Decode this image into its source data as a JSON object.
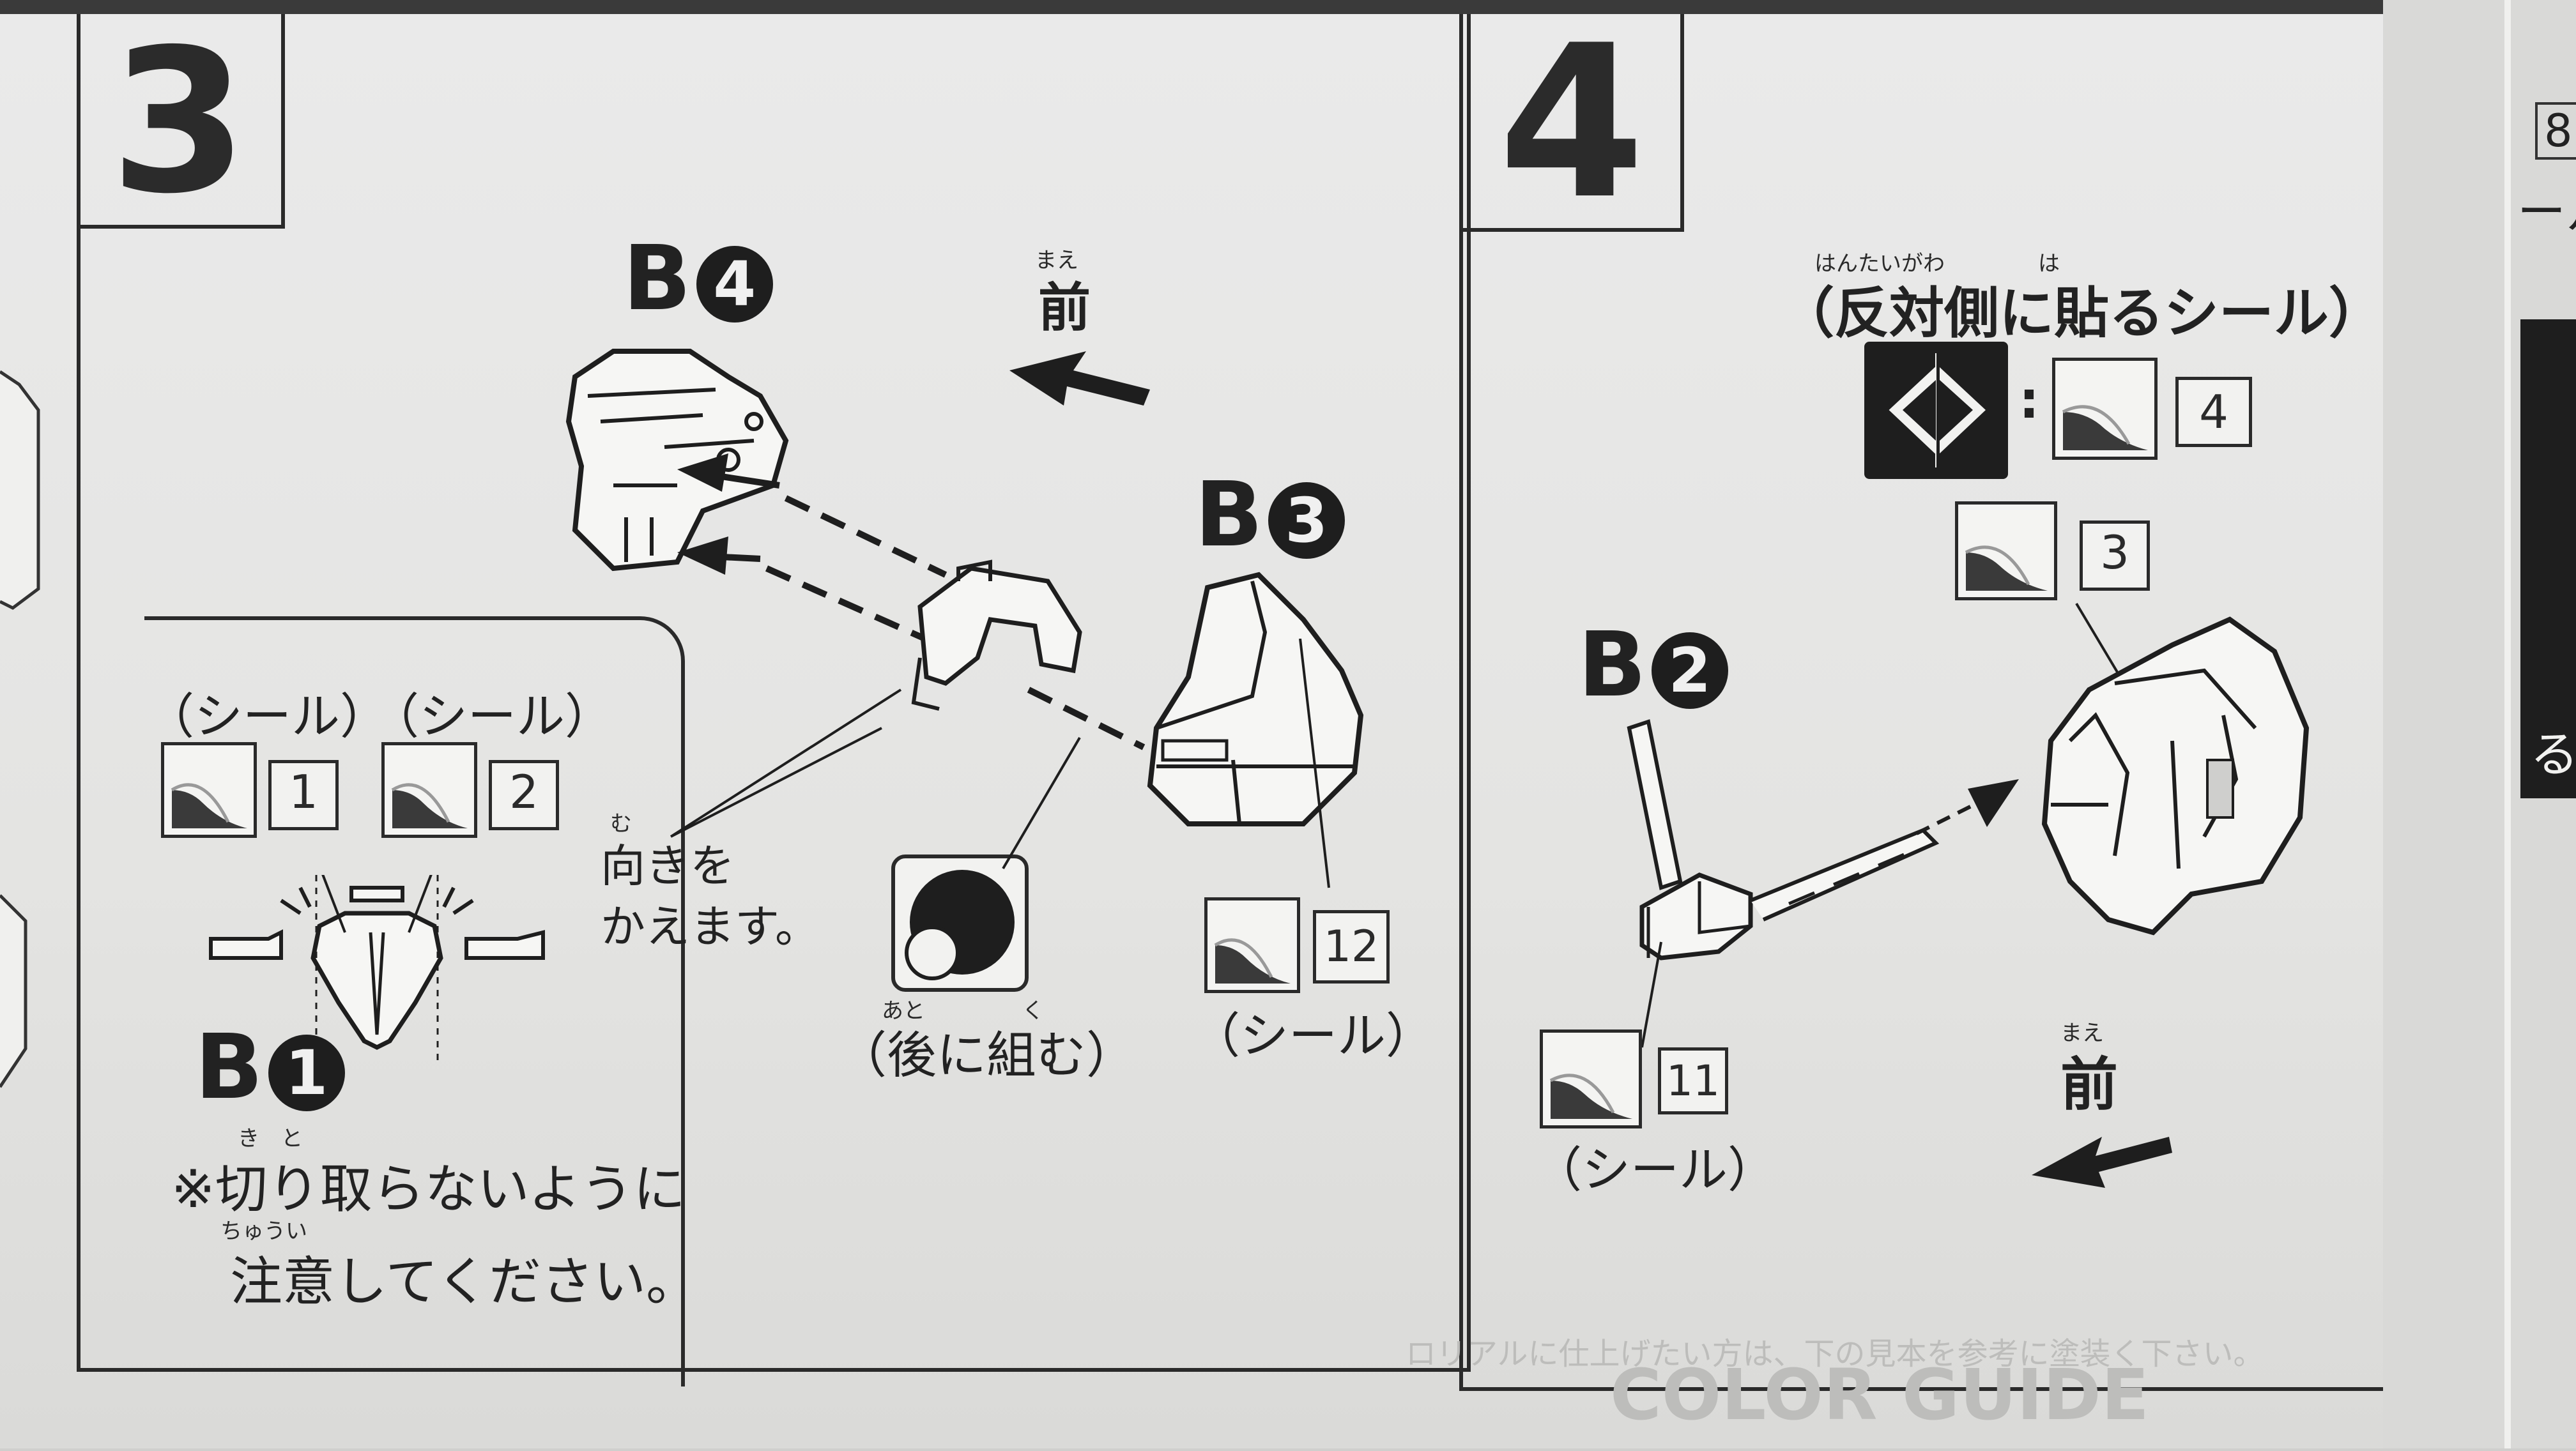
{
  "colors": {
    "ink": "#1c1c1c",
    "paper": "#e8e8e6",
    "faint": "#bcbcba"
  },
  "step3": {
    "number": "3",
    "b4_letter": "B",
    "b4_num": "4",
    "b3_letter": "B",
    "b3_num": "3",
    "b1_letter": "B",
    "b1_num": "1",
    "mae_ruby": "まえ",
    "mae": "前",
    "seal_1_label": "（シール）",
    "seal_1_num": "1",
    "seal_2_label": "（シール）",
    "seal_2_num": "2",
    "seal_12_label": "（シール）",
    "seal_12_num": "12",
    "muki_ruby": "む",
    "muki_line1": "向きを",
    "muki_line2": "かえます。",
    "later_ruby_1": "あと",
    "later_ruby_2": "く",
    "later_label": "（後に組む）",
    "note_ruby_1": "き　と",
    "note_line1": "※切り取らないように",
    "note_ruby_2": "ちゅうい",
    "note_line2": "注意してください。"
  },
  "step4": {
    "number": "4",
    "title_ruby_1": "はんたいがわ",
    "title_ruby_2": "は",
    "title": "（反対側に貼るシール）",
    "swap_icon": "left-right-arrows-icon",
    "colon": ":",
    "seal_4_num": "4",
    "seal_3_num": "3",
    "b2_letter": "B",
    "b2_num": "2",
    "seal_11_label": "（シール）",
    "seal_11_num": "11",
    "mae_ruby": "まえ",
    "mae": "前"
  },
  "edge_right": {
    "num": "8",
    "text1": "ール",
    "text2": "る"
  },
  "bleed_text": {
    "back_line1": "ロリアルに仕上げたい方は、下の見本を参考に塗装く下さい。",
    "back_line2": "COLOR GUIDE"
  }
}
